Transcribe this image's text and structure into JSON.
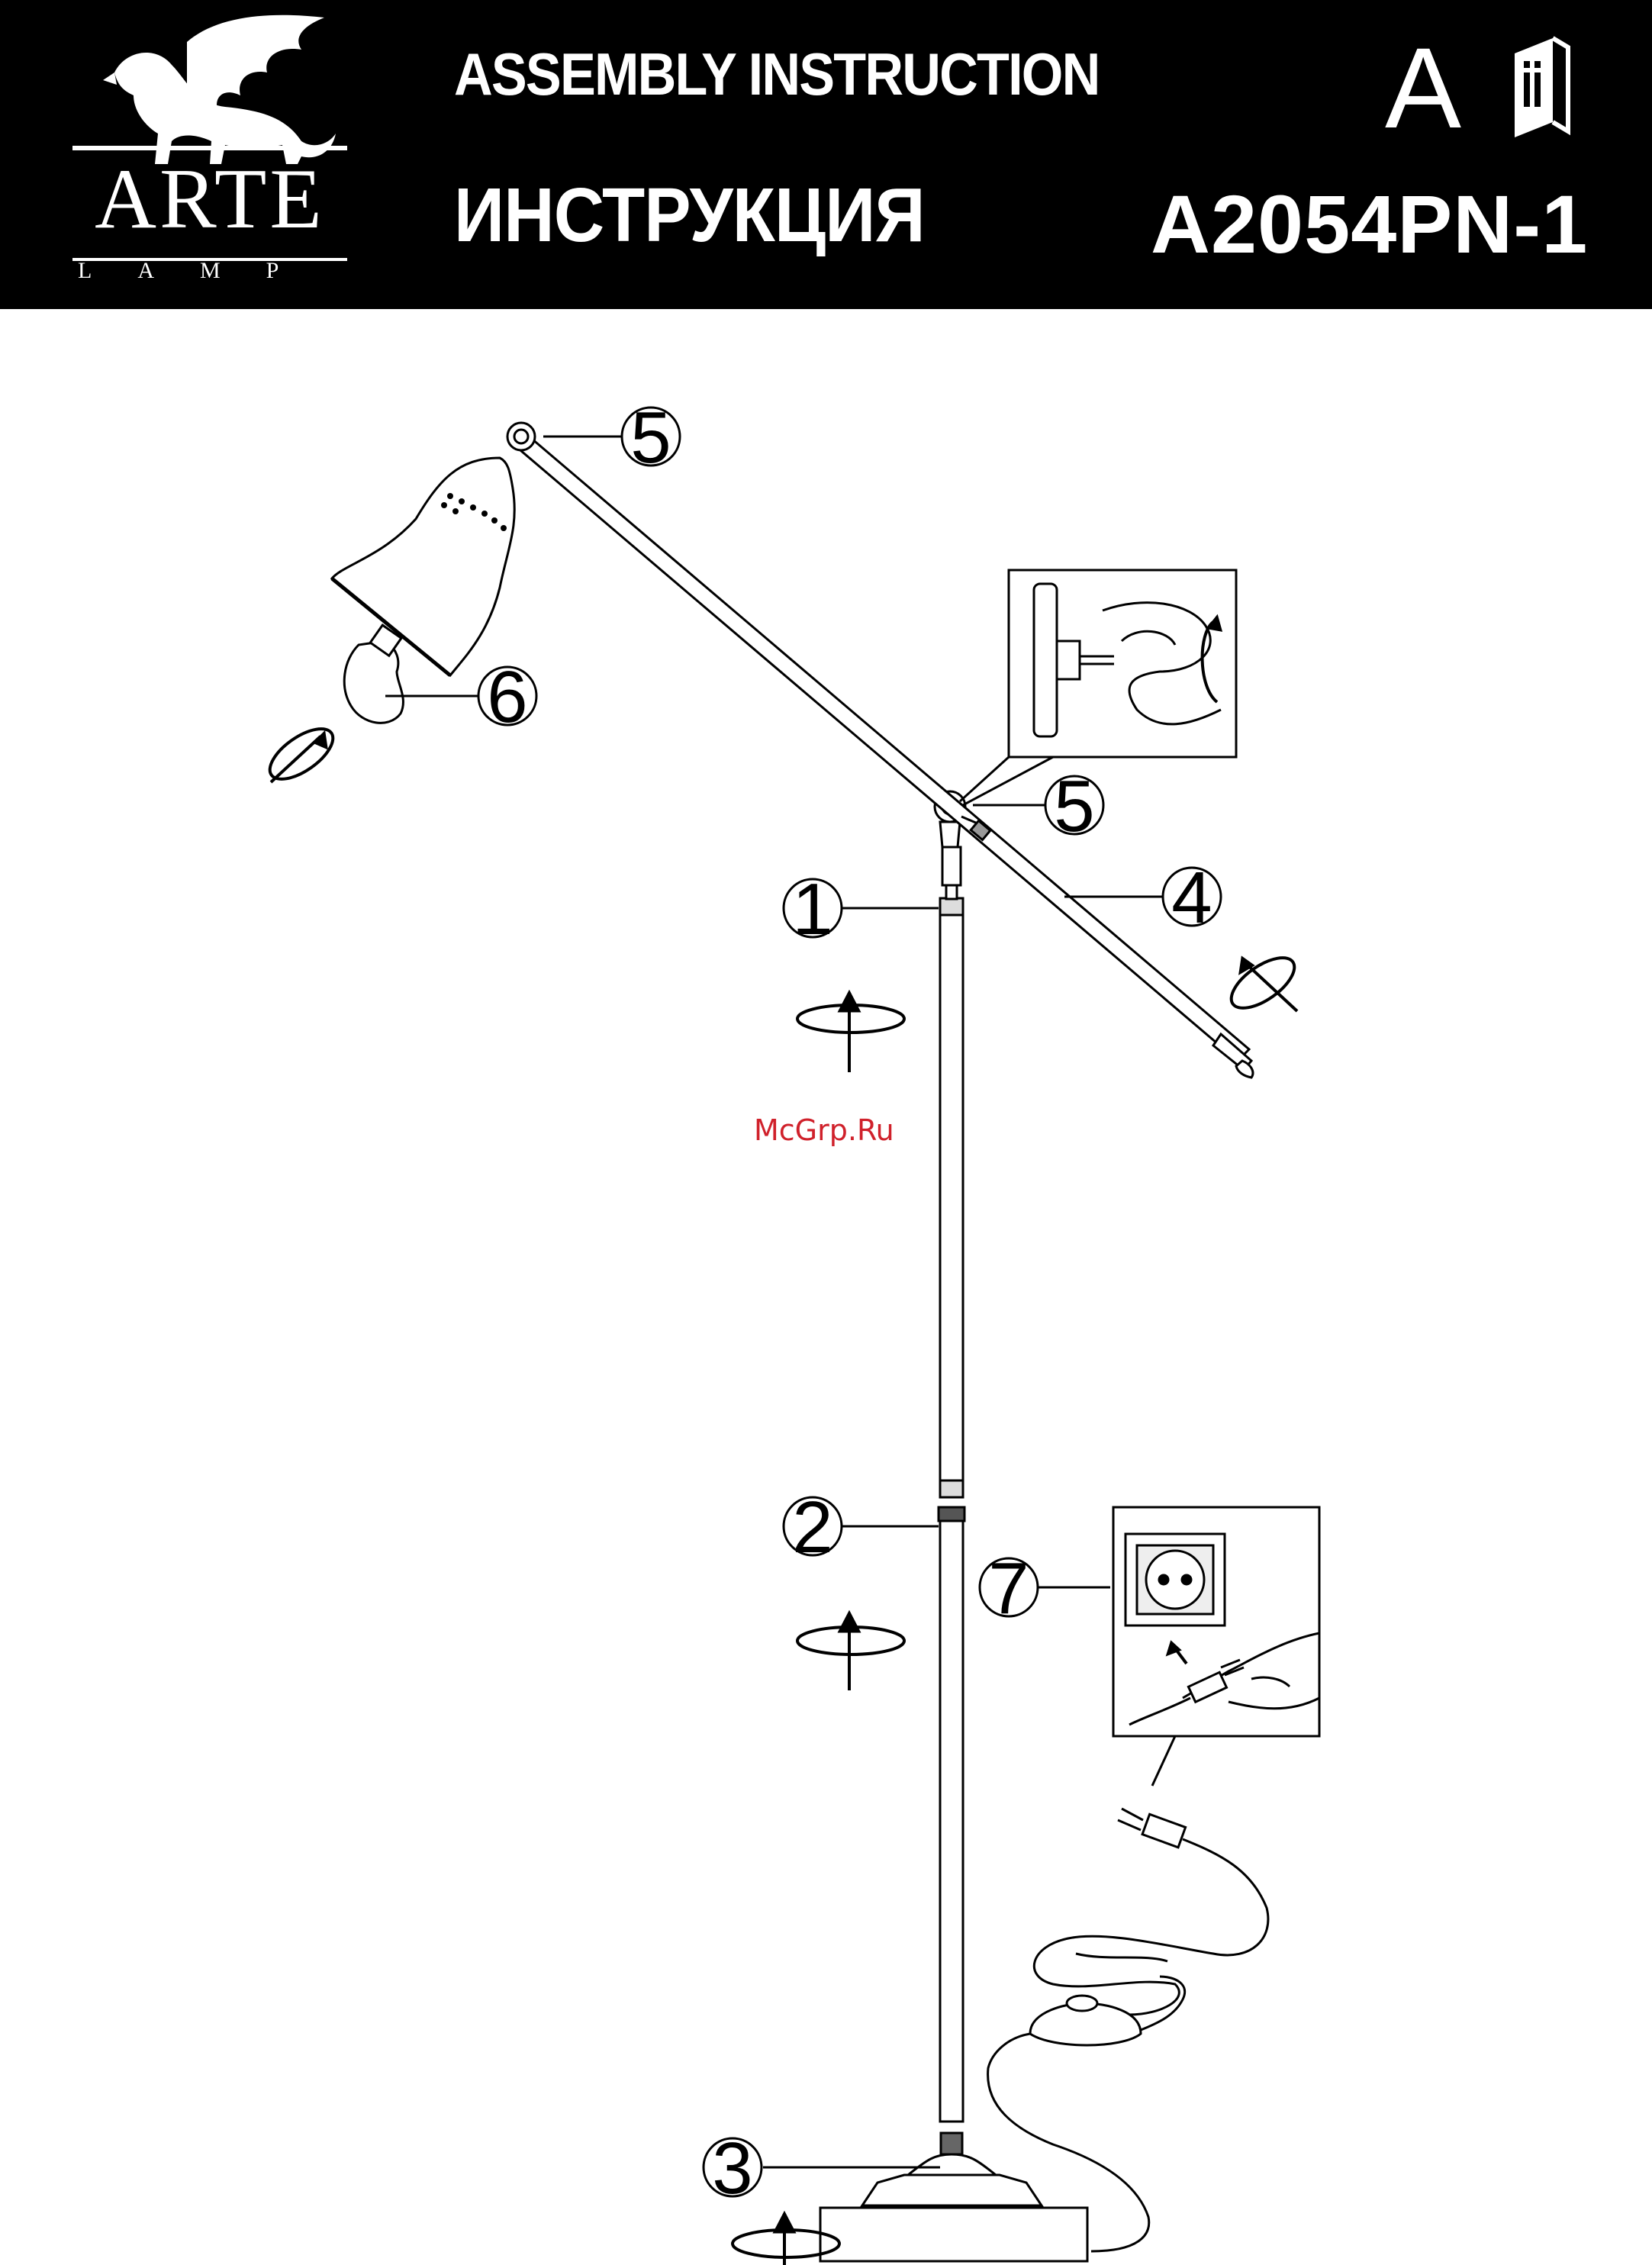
{
  "header": {
    "brand": "ARTE",
    "brand_sub": "LAMP",
    "title_en": "ASSEMBLY INSTRUCTION",
    "title_ru": "ИНСТРУКЦИЯ",
    "language": "A",
    "model": "A2054PN-1"
  },
  "watermark": "McGrp.Ru",
  "callouts": {
    "c1": "1",
    "c2": "2",
    "c3": "3",
    "c4": "4",
    "c5a": "5",
    "c5b": "5",
    "c6": "6",
    "c7": "7"
  },
  "icons": [
    "griffin-logo-icon",
    "info-book-icon",
    "rotate-arrow-icon",
    "wall-socket-icon",
    "hand-icon",
    "foot-switch-icon"
  ]
}
